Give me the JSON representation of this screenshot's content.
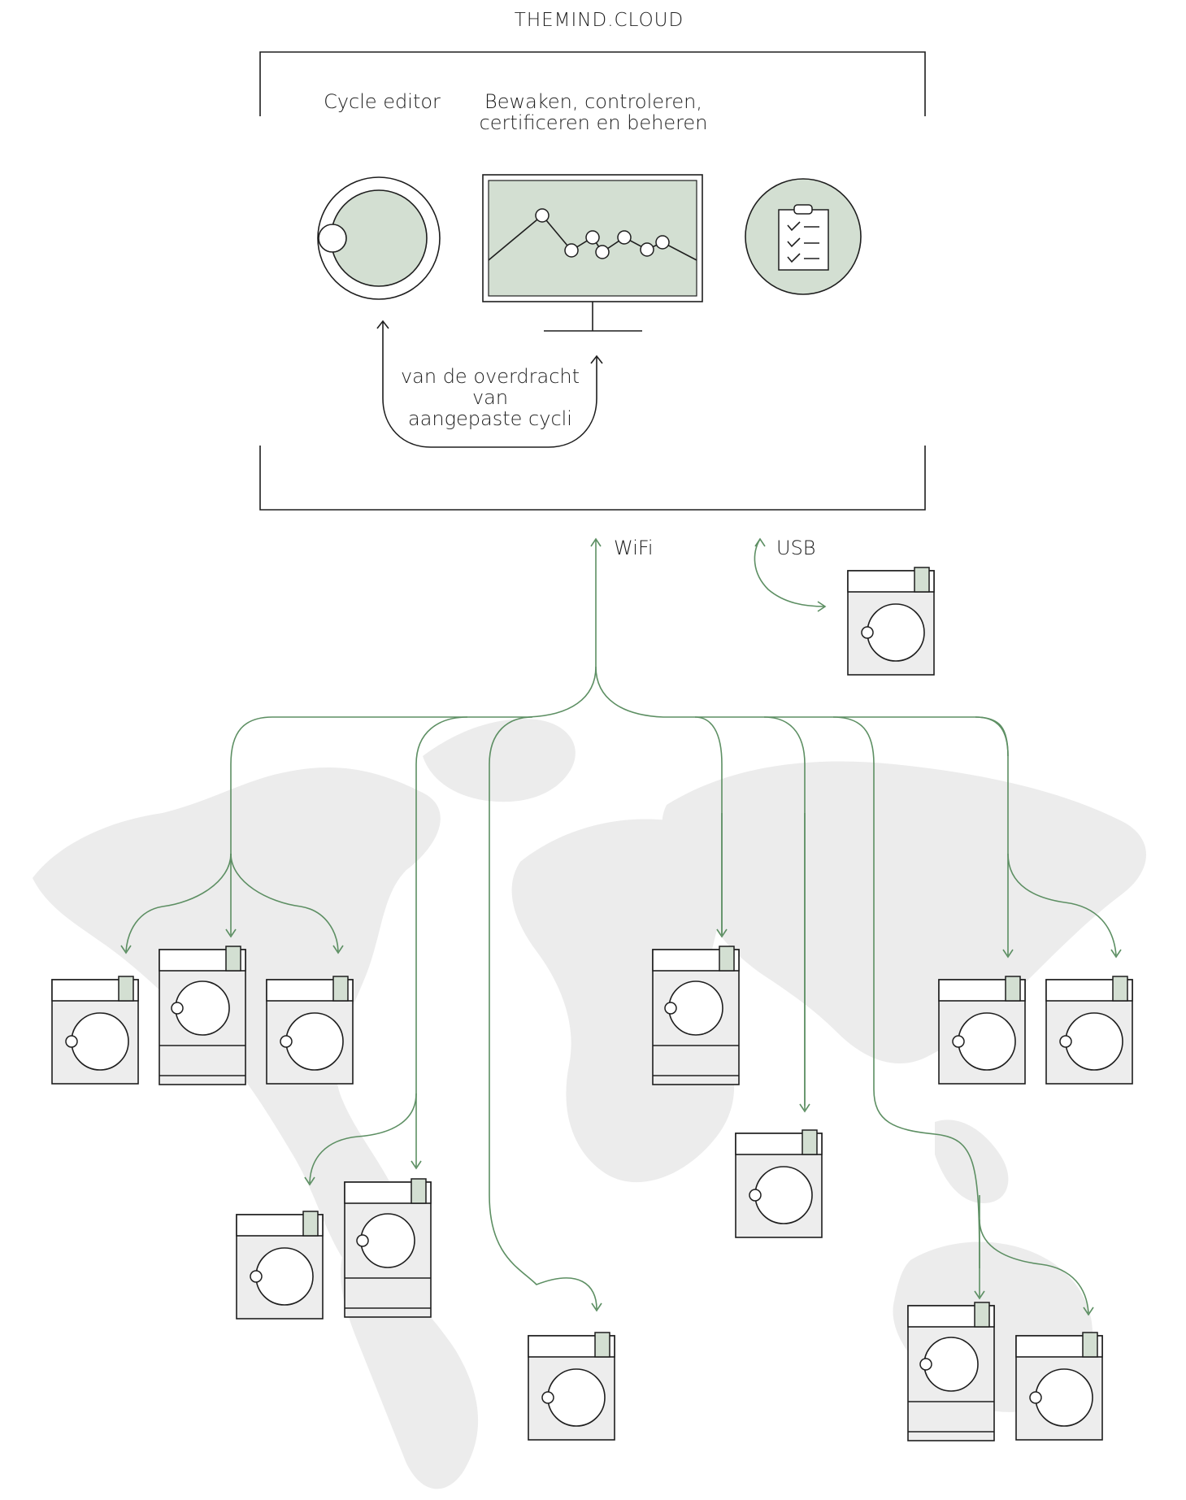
{
  "title": "THEMIND.CLOUD",
  "tools": {
    "cycle_editor": "Cycle editor",
    "monitor_line1": "Bewaken, controleren,",
    "monitor_line2": "certificeren en beheren"
  },
  "transfer": {
    "line1": "van de overdracht",
    "line2": "van",
    "line3": "aangepaste cycli"
  },
  "connections": {
    "wifi": "WiFi",
    "usb": "USB"
  },
  "colors": {
    "accent_green": "#5d8f63",
    "panel_green": "#d3dfd2",
    "machine_gray": "#ededed",
    "map_gray": "#ececec",
    "line_dark": "#1e1e1e"
  },
  "icons": [
    "cycle-editor-icon",
    "monitor-chart-icon",
    "checklist-clipboard-icon",
    "washing-machine-icon"
  ]
}
